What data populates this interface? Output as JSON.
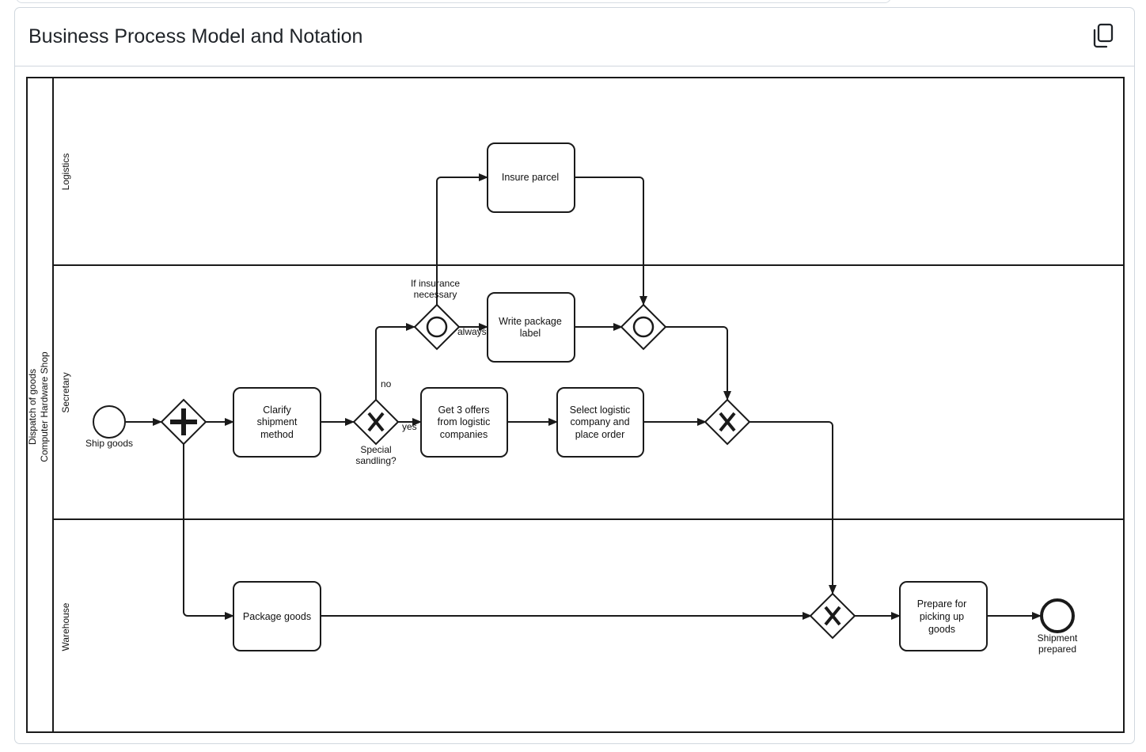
{
  "header": {
    "title": "Business Process Model and Notation",
    "copy_icon": "copy-icon"
  },
  "diagram": {
    "pool": {
      "line1": "Dispatch of goods",
      "line2": "Computer Hardware Shop"
    },
    "lanes": {
      "logistics": "Logistics",
      "secretary": "Secretary",
      "warehouse": "Warehouse"
    },
    "events": {
      "start": "Ship goods",
      "end_line1": "Shipment",
      "end_line2": "prepared"
    },
    "tasks": {
      "clarify": [
        "Clarify",
        "shipment",
        "method"
      ],
      "get_offers": [
        "Get 3 offers",
        "from logistic",
        "companies"
      ],
      "select_logistic": [
        "Select logistic",
        "company and",
        "place order"
      ],
      "insure": [
        "Insure parcel"
      ],
      "write_label": [
        "Write package",
        "label"
      ],
      "package": [
        "Package goods"
      ],
      "prepare": [
        "Prepare for",
        "picking up",
        "goods"
      ]
    },
    "gateways": {
      "special_line1": "Special",
      "special_line2": "sandling?",
      "insurance_line1": "If insurance",
      "insurance_line2": "necessary"
    },
    "flow_labels": {
      "no": "no",
      "yes": "yes",
      "always": "always"
    }
  }
}
